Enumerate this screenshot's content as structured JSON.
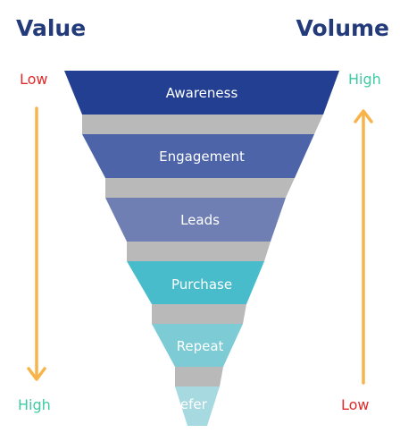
{
  "headings": {
    "left": "Value",
    "right": "Volume"
  },
  "left_axis": {
    "top": "Low",
    "bottom": "High"
  },
  "right_axis": {
    "top": "High",
    "bottom": "Low"
  },
  "stages": [
    {
      "label": "Awareness",
      "color": "#223f91"
    },
    {
      "label": "Engagement",
      "color": "#4d64a8"
    },
    {
      "label": "Leads",
      "color": "#6f7fb3"
    },
    {
      "label": "Purchase",
      "color": "#48bccb"
    },
    {
      "label": "Repeat",
      "color": "#7ccbd5"
    },
    {
      "label": "Refer",
      "color": "#a7d9e1"
    }
  ],
  "colors": {
    "heading": "#243b7b",
    "low": "#e02b2b",
    "high": "#3ecaa3",
    "arrow": "#f6b44a",
    "shadow": "#b9b9b9"
  }
}
